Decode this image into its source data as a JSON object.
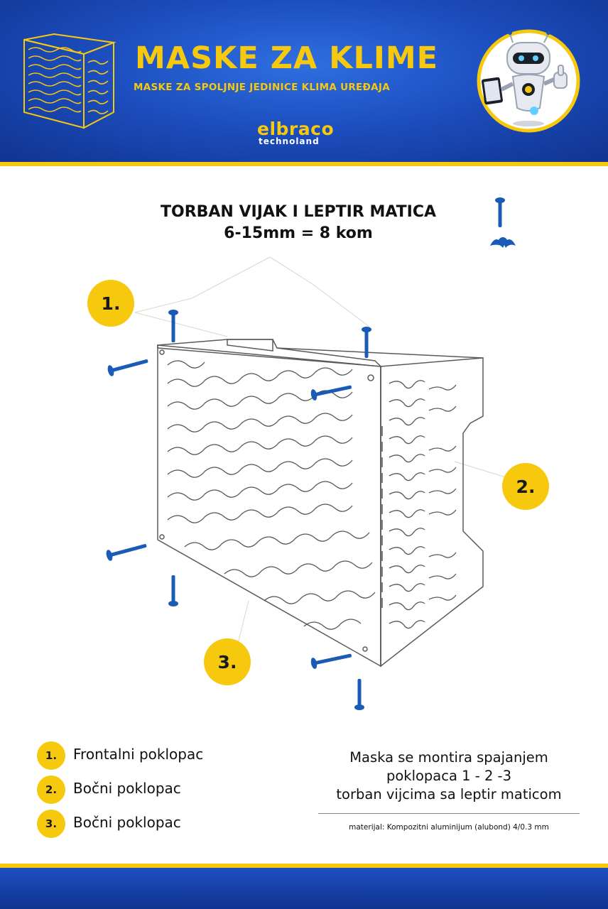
{
  "header": {
    "title": "MASKE ZA KLIME",
    "subtitle": "MASKE ZA SPOLJNJE JEDINICE KLIMA UREĐAJA",
    "brand_name": "elbraco",
    "brand_sub": "technoland"
  },
  "bolt_info": {
    "line1": "TORBAN VIJAK I LEPTIR MATICA",
    "line2": "6-15mm = 8 kom"
  },
  "badges": [
    "3.",
    "2.",
    "1."
  ],
  "legend": [
    {
      "num": "1.",
      "text": "Frontalni poklopac"
    },
    {
      "num": "2.",
      "text": "Bočni poklopac"
    },
    {
      "num": "3.",
      "text": "Bočni poklopac"
    }
  ],
  "mounting": {
    "line1": "Maska se montira spajanjem",
    "line2": "poklopaca 1 - 2 -3",
    "line3": "torban vijcima sa leptir maticom"
  },
  "material": "materijal: Kompozitni aluminijum (alubond) 4/0.3 mm",
  "colors": {
    "blue": "#1d4fc0",
    "dark_blue": "#10338f",
    "yellow": "#f6c90e",
    "bolt_blue": "#1a5bb5"
  },
  "icons": [
    "cover-illustration-icon",
    "robot-mascot-icon",
    "bolt-icon",
    "wing-nut-icon"
  ]
}
